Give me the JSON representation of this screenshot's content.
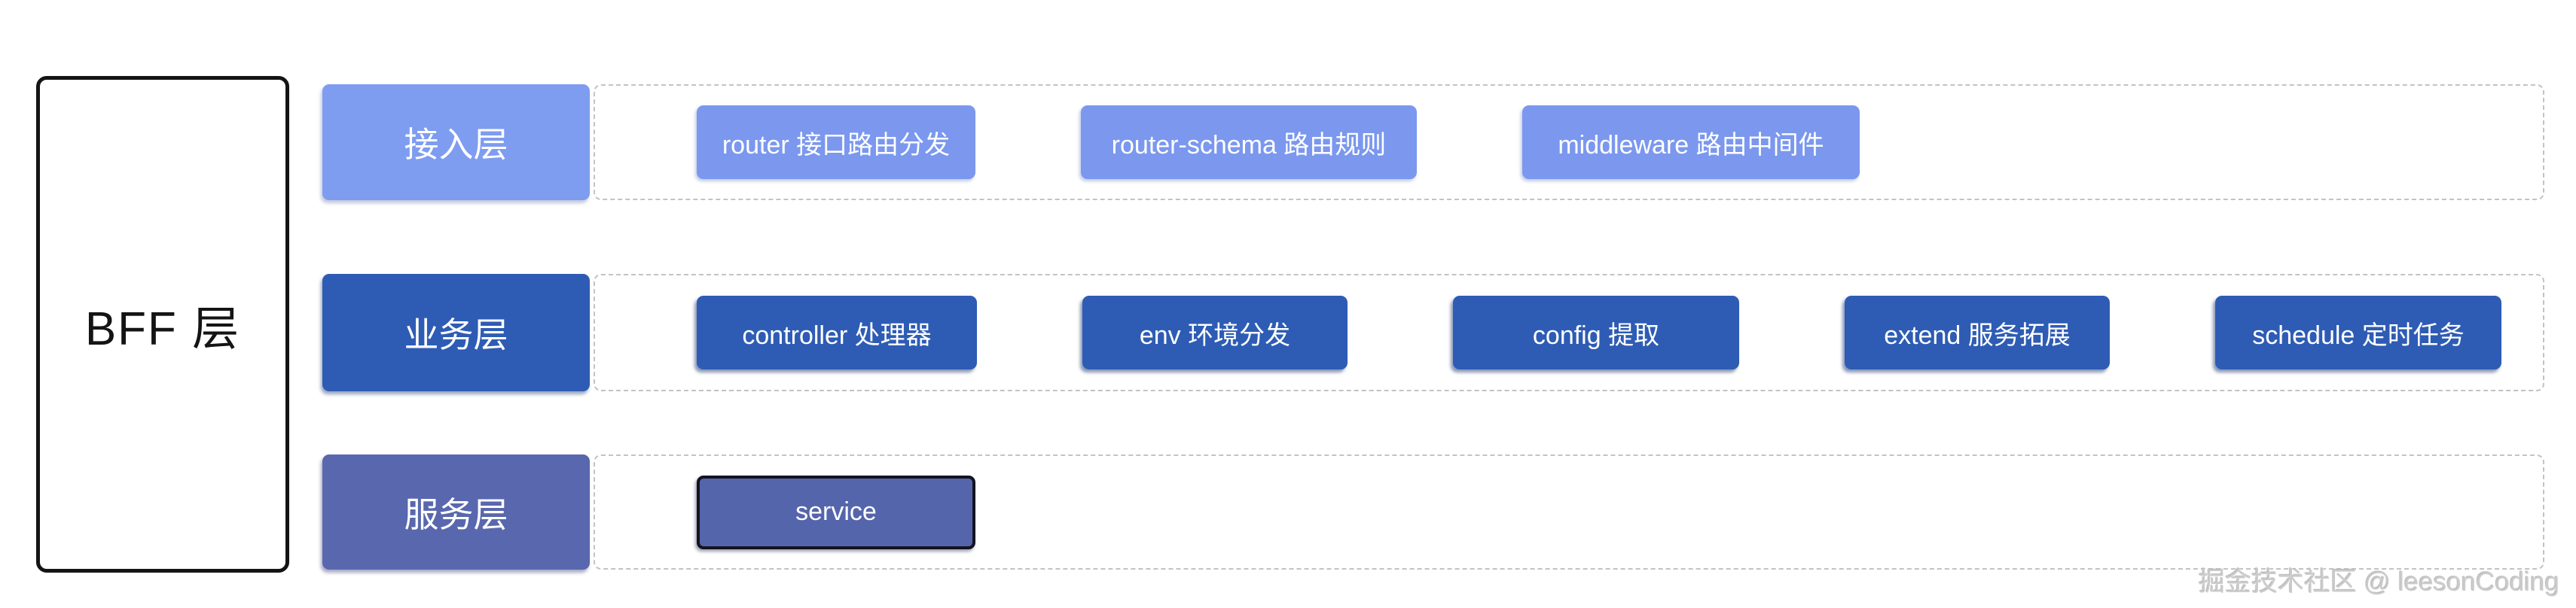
{
  "bff": {
    "label": "BFF 层"
  },
  "rows": [
    {
      "id": "access-layer",
      "label": "接入层",
      "items": [
        {
          "label": "router 接口路由分发"
        },
        {
          "label": "router-schema 路由规则"
        },
        {
          "label": "middleware 路由中间件"
        }
      ]
    },
    {
      "id": "business-layer",
      "label": "业务层",
      "items": [
        {
          "label": "controller 处理器"
        },
        {
          "label": "env 环境分发"
        },
        {
          "label": "config 提取"
        },
        {
          "label": "extend 服务拓展"
        },
        {
          "label": "schedule 定时任务"
        }
      ]
    },
    {
      "id": "service-layer",
      "label": "服务层",
      "items": [
        {
          "label": "service"
        }
      ]
    }
  ],
  "watermark": {
    "text": "掘金技术社区 @ leesonCoding"
  },
  "colors": {
    "access_layer": "#7b98ee",
    "business_layer": "#2e5cb4",
    "service_layer": "#5967ae",
    "service_node_border": "#14141f",
    "bff_border": "#141414",
    "dashed_border": "#c3c3c3",
    "watermark_text": "#cbcbcb",
    "node_text": "#ffffff",
    "background": "#ffffff"
  }
}
